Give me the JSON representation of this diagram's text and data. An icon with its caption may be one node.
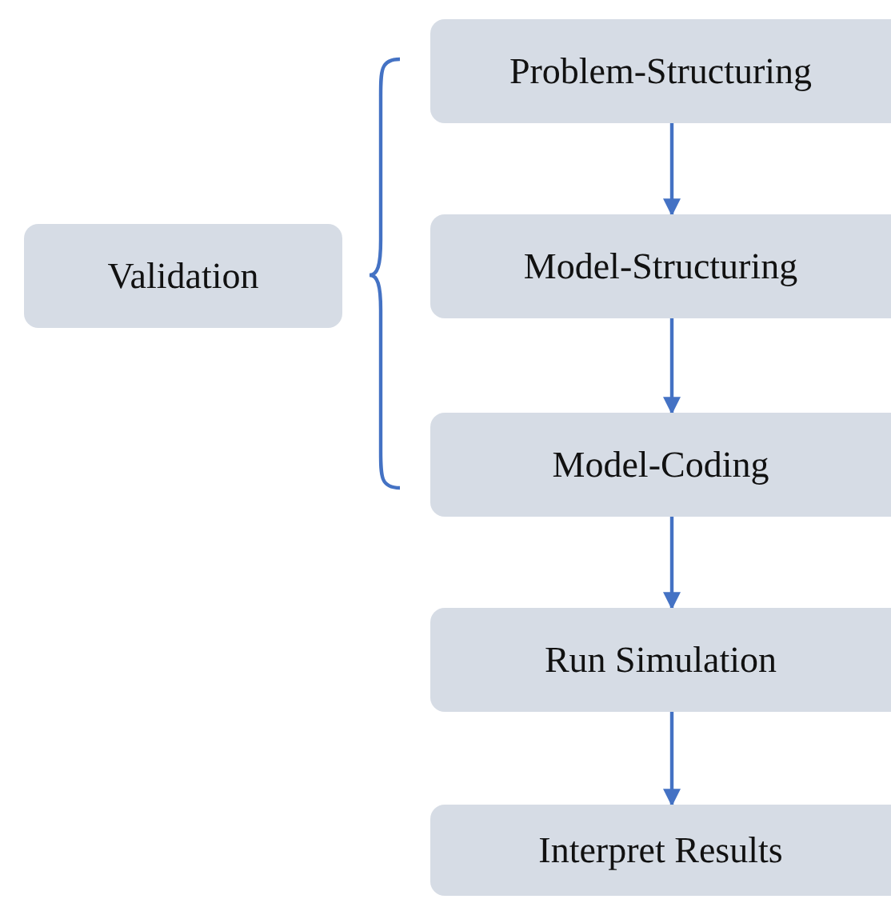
{
  "diagram": {
    "nodes": [
      {
        "text": [
          "Validation"
        ]
      },
      {
        "text": [
          "Problem-Structuring"
        ]
      },
      {
        "text": [
          "Model-Structuring"
        ]
      },
      {
        "text": [
          "Model-Coding"
        ]
      },
      {
        "text": [
          "Run Simulation"
        ]
      },
      {
        "text": [
          "Interpret Results"
        ]
      }
    ],
    "edges": [
      {
        "from": 1,
        "to": 2,
        "arrow": "to"
      },
      {
        "from": 2,
        "to": 3,
        "arrow": "to"
      },
      {
        "from": 3,
        "to": 4,
        "arrow": "to"
      },
      {
        "from": 4,
        "to": 5,
        "arrow": "to"
      }
    ]
  }
}
